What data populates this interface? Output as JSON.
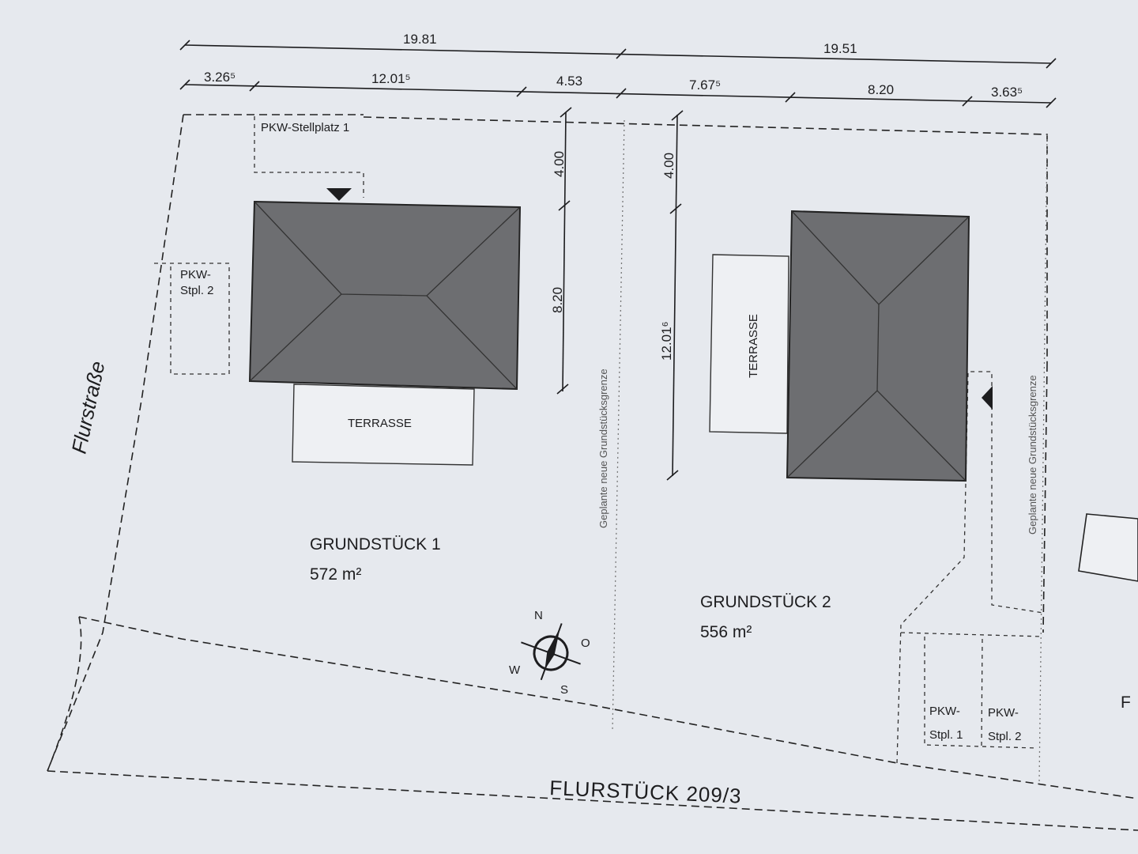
{
  "dimensions": {
    "top_left_total": "19.81",
    "top_right_total": "19.51",
    "seg_1": "3.26⁵",
    "seg_2": "12.01⁵",
    "seg_3": "4.53",
    "seg_4": "7.67⁵",
    "seg_5": "8.20",
    "seg_6": "3.63⁵",
    "v1_top": "4.00",
    "v1_house": "8.20",
    "v2_top": "4.00",
    "v2_house": "12.01⁶"
  },
  "labels": {
    "parking_1_lot1": "PKW-Stellplatz 1",
    "parking_2_lot1_line1": "PKW-",
    "parking_2_lot1_line2": "Stpl. 2",
    "terrace_1": "TERRASSE",
    "terrace_2": "TERRASSE",
    "boundary_1": "Geplante neue Grundstücksgrenze",
    "boundary_2": "Geplante neue Grundstücksgrenze",
    "parking_1_lot2_line1": "PKW-",
    "parking_1_lot2_line2": "Stpl. 1",
    "parking_2_lot2_line1": "PKW-",
    "parking_2_lot2_line2": "Stpl. 2"
  },
  "plots": [
    {
      "name": "GRUNDSTÜCK 1",
      "area": "572 m²"
    },
    {
      "name": "GRUNDSTÜCK 2",
      "area": "556 m²"
    }
  ],
  "street": "Flurstraße",
  "parcel": "FLURSTÜCK 209/3",
  "right_edge_letter": "F",
  "compass": {
    "n": "N",
    "o": "O",
    "s": "S",
    "w": "W"
  }
}
